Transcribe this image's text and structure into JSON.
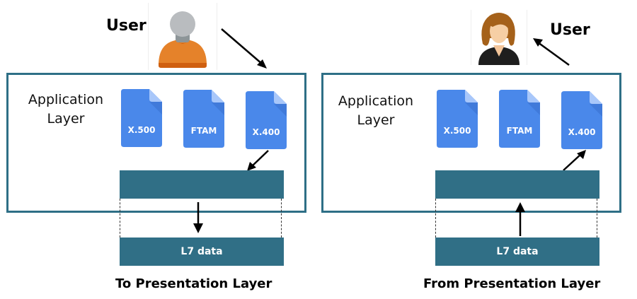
{
  "left_panel": {
    "user_label": "User",
    "layer_label_line1": "Application",
    "layer_label_line2": "Layer",
    "documents": [
      "X.500",
      "FTAM",
      "X.400"
    ],
    "data_bar_label": "L7 data",
    "caption": "To Presentation Layer",
    "avatar": "male-user-icon"
  },
  "right_panel": {
    "user_label": "User",
    "layer_label_line1": "Application",
    "layer_label_line2": "Layer",
    "documents": [
      "X.500",
      "FTAM",
      "X.400"
    ],
    "data_bar_label": "L7 data",
    "caption": "From Presentation Layer",
    "avatar": "female-user-icon"
  },
  "colors": {
    "frame": "#2e6f86",
    "bar": "#306f86",
    "document": "#4a88ea",
    "document_fold": "#a8c7fa",
    "male_shirt": "#e5822a",
    "male_head": "#b9bcbf"
  }
}
